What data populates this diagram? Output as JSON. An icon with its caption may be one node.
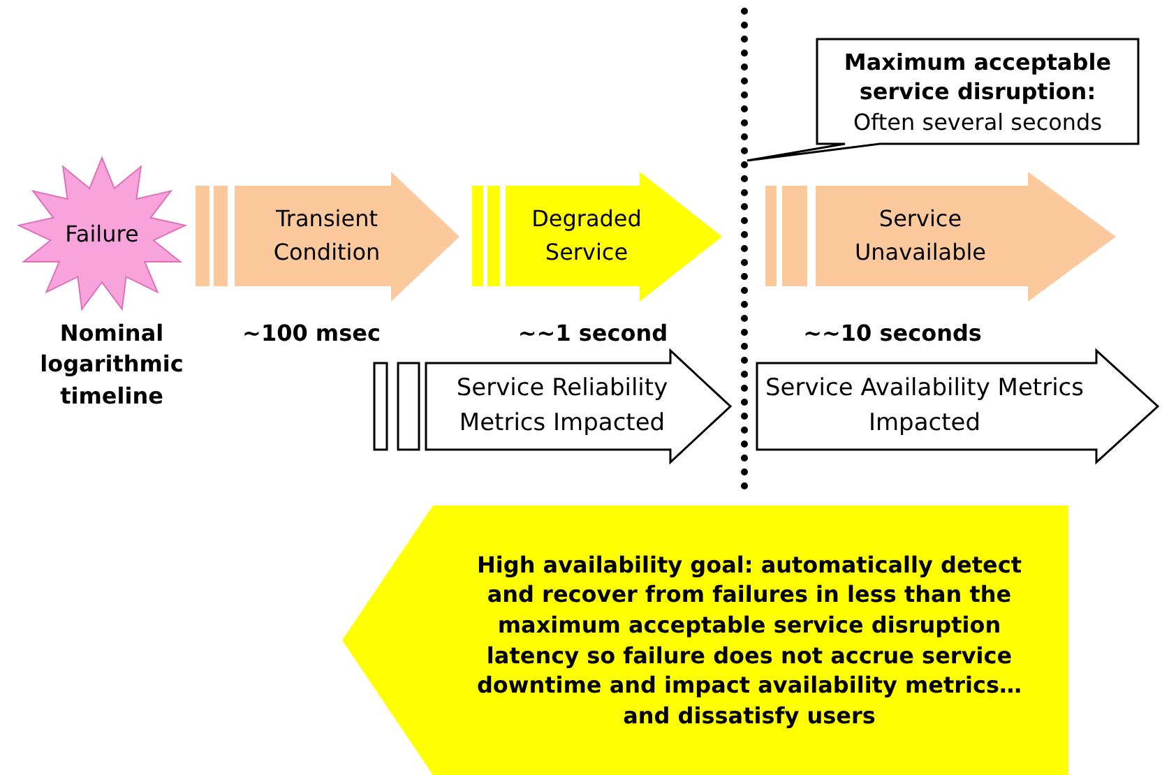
{
  "diagram": {
    "nodes": [
      {
        "text": [
          "Failure"
        ],
        "beside": [
          "Nominal logarithmic timeline"
        ]
      },
      {
        "text": [
          "Transient Condition"
        ],
        "beside": [
          "~100 msec"
        ]
      },
      {
        "text": [
          "Degraded Service"
        ],
        "beside": [
          "~~1 second"
        ]
      },
      {
        "text": [
          "Service Unavailable"
        ],
        "beside": [
          "~~10 seconds"
        ]
      },
      {
        "text": [
          "Service Reliability Metrics Impacted"
        ]
      },
      {
        "text": [
          "Service Availability Metrics Impacted"
        ]
      },
      {
        "text": [
          "Maximum acceptable service disruption:",
          "Often several seconds"
        ]
      },
      {
        "text": [
          "High availability goal: automatically detect and recover from failures in less than the maximum acceptable service disruption latency so failure does not accrue service downtime and impact availability metrics…and dissatisfy users"
        ]
      }
    ]
  }
}
